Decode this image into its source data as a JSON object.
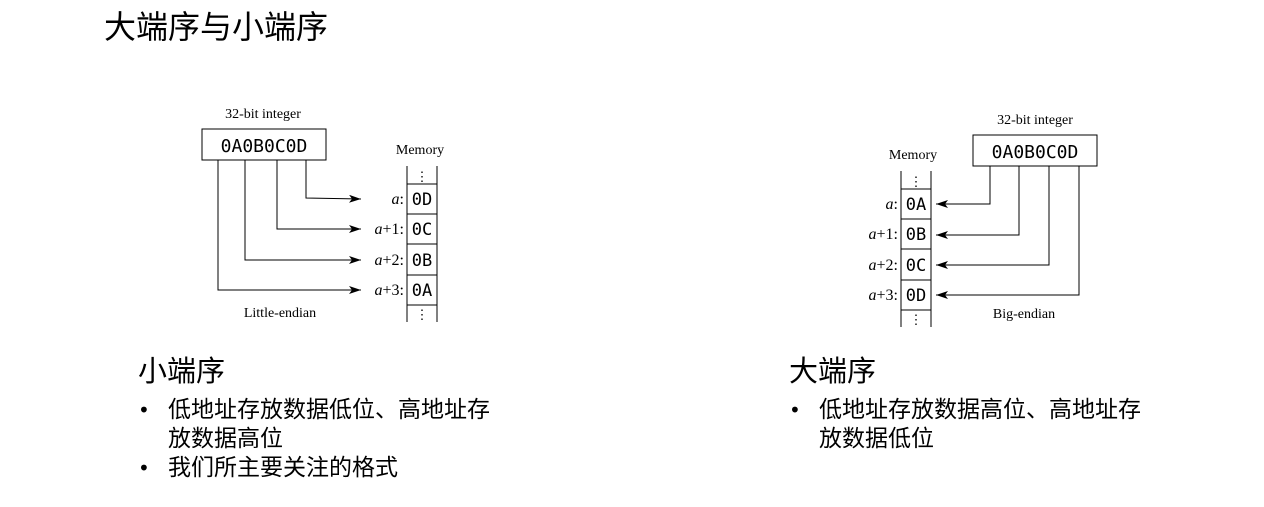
{
  "title": "大端序与小端序",
  "little_diagram": {
    "integer_label": "32-bit integer",
    "integer_value": "0A0B0C0D",
    "memory_label": "Memory",
    "ellipsis": "⋮",
    "rows": [
      {
        "addr_var": "a",
        "addr_suffix": ":",
        "value": "0D"
      },
      {
        "addr_var": "a",
        "addr_suffix": "+1:",
        "value": "0C"
      },
      {
        "addr_var": "a",
        "addr_suffix": "+2:",
        "value": "0B"
      },
      {
        "addr_var": "a",
        "addr_suffix": "+3:",
        "value": "0A"
      }
    ],
    "caption": "Little-endian"
  },
  "big_diagram": {
    "integer_label": "32-bit integer",
    "integer_value": "0A0B0C0D",
    "memory_label": "Memory",
    "ellipsis": "⋮",
    "rows": [
      {
        "addr_var": "a",
        "addr_suffix": ":",
        "value": "0A"
      },
      {
        "addr_var": "a",
        "addr_suffix": "+1:",
        "value": "0B"
      },
      {
        "addr_var": "a",
        "addr_suffix": "+2:",
        "value": "0C"
      },
      {
        "addr_var": "a",
        "addr_suffix": "+3:",
        "value": "0D"
      }
    ],
    "caption": "Big-endian"
  },
  "little_section": {
    "heading": "小端序",
    "bullets": [
      "低地址存放数据低位、高地址存放数据高位",
      "我们所主要关注的格式"
    ]
  },
  "big_section": {
    "heading": "大端序",
    "bullets": [
      "低地址存放数据高位、高地址存放数据低位"
    ]
  }
}
